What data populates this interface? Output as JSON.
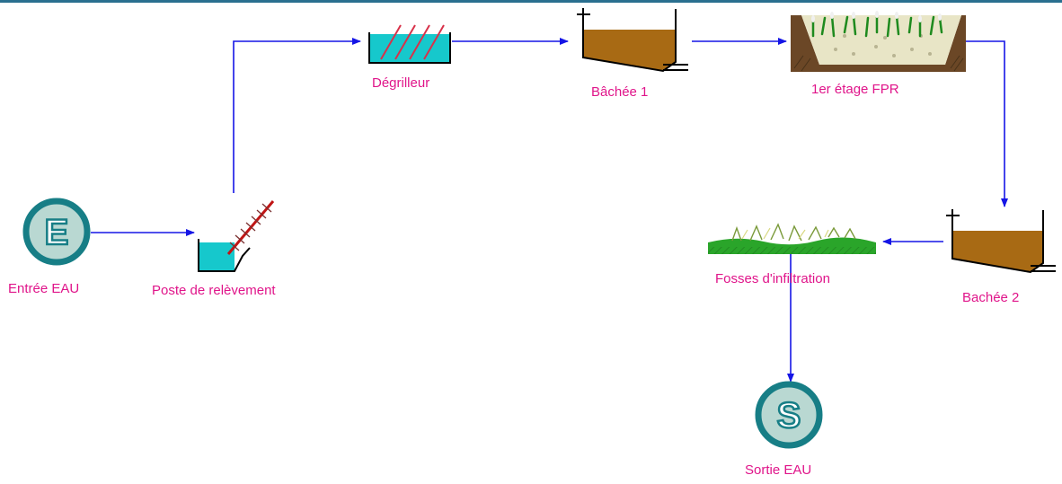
{
  "colors": {
    "flow": "#1515e6",
    "label": "#e0158a",
    "endpoint_fill": "#b9d8d2",
    "endpoint_ring": "#177e86",
    "water": "#16c8cc",
    "sludge": "#a86a14",
    "soil": "#6b4726",
    "grass": "#2aa52a"
  },
  "nodes": {
    "entree": {
      "label": "Entrée EAU",
      "letter": "E",
      "icon": "input-endpoint-icon"
    },
    "poste": {
      "label": "Poste de relèvement",
      "icon": "lift-station-icon"
    },
    "degrilleur": {
      "label": "Dégrilleur",
      "icon": "screen-grid-icon"
    },
    "bachee1": {
      "label": "Bâchée 1",
      "icon": "batch-tank-icon"
    },
    "fpr": {
      "label": "1er étage FPR",
      "icon": "reed-filter-icon"
    },
    "bachee2": {
      "label": "Bachée 2",
      "icon": "batch-tank-icon"
    },
    "fosses": {
      "label": "Fosses d'infiltration",
      "icon": "infiltration-trench-icon"
    },
    "sortie": {
      "label": "Sortie EAU",
      "letter": "S",
      "icon": "output-endpoint-icon"
    }
  }
}
